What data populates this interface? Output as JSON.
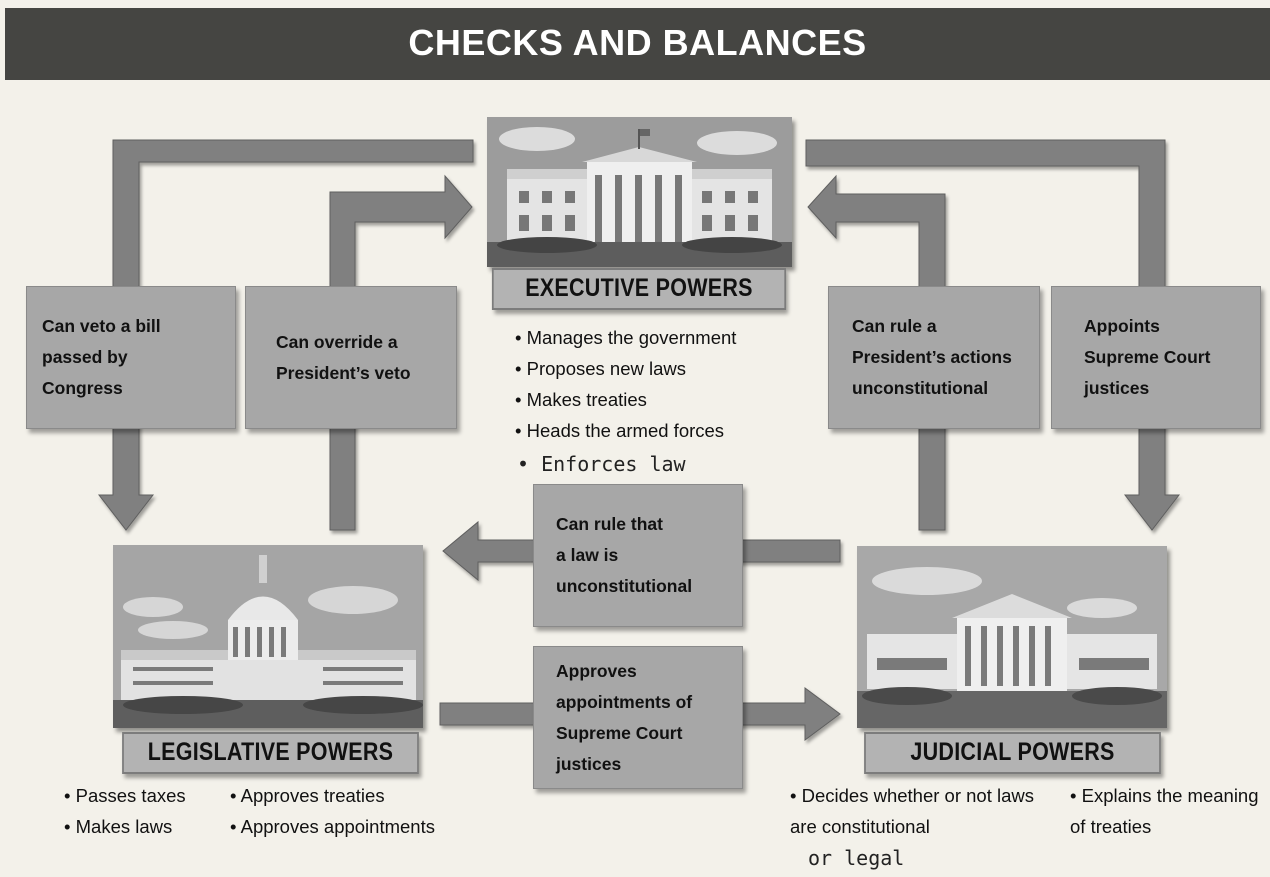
{
  "title": "CHECKS AND BALANCES",
  "executive": {
    "label": "EXECUTIVE POWERS",
    "powers": [
      "Manages the government",
      "Proposes new laws",
      "Makes treaties",
      "Heads the armed forces"
    ],
    "handwritten": "Enforces law"
  },
  "legislative": {
    "label": "LEGISLATIVE POWERS",
    "powers": [
      "Passes taxes",
      "Makes laws",
      "Approves treaties",
      "Approves appointments"
    ]
  },
  "judicial": {
    "label": "JUDICIAL POWERS",
    "powers": [
      "Decides whether or not laws are constitutional",
      "Explains the meaning of treaties"
    ],
    "handwritten": "or legal"
  },
  "checks": {
    "veto": [
      "Can veto a bill",
      "passed by",
      "Congress"
    ],
    "override": [
      "Can override a",
      "President’s veto"
    ],
    "rule_actions": [
      "Can rule a",
      "President’s actions",
      "unconstitutional"
    ],
    "appoints": [
      "Appoints",
      "Supreme Court",
      "justices"
    ],
    "rule_law": [
      "Can rule that",
      "a law is",
      "unconstitutional"
    ],
    "approves": [
      "Approves",
      "appointments of",
      "Supreme Court",
      "justices"
    ]
  },
  "colors": {
    "banner": "#454542",
    "box": "#a7a7a7",
    "arrow": "#808080"
  }
}
